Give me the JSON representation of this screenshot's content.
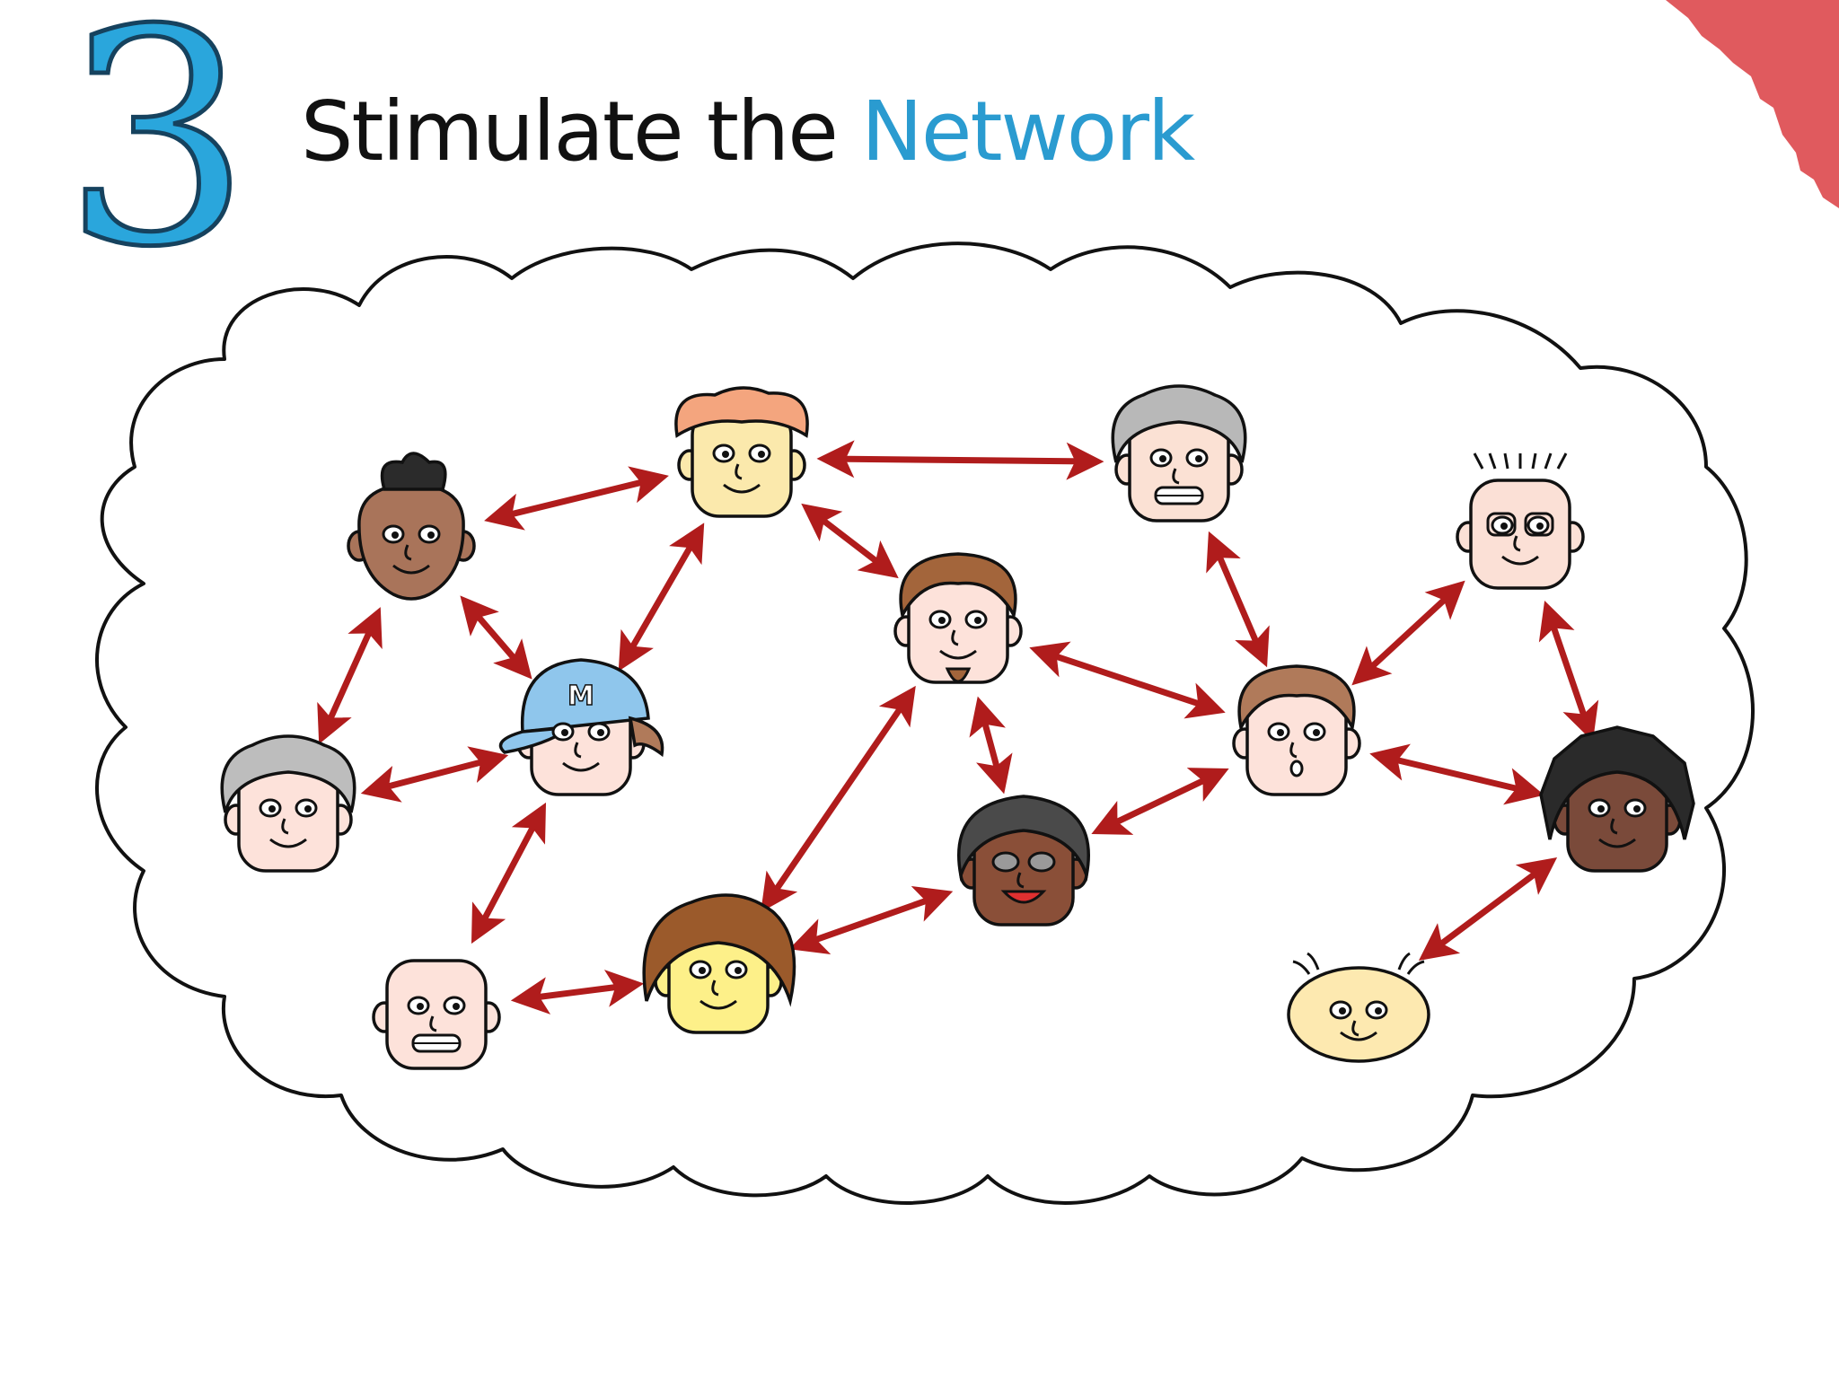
{
  "slide": {
    "number": "3",
    "title_lead": "Stimulate the",
    "title_accent": "Network",
    "accent_color": "#2a9bd0",
    "number_color": "#2aa6dc",
    "arrow_color": "#b01c1c",
    "corner_color": "#e05a5e"
  },
  "network": {
    "people": [
      {
        "id": "afro-man",
        "hair": "afro",
        "skin": "#a9745a",
        "hair_color": "#2b2b2b"
      },
      {
        "id": "ginger-teen",
        "hair": "ginger",
        "skin": "#fbe9ac",
        "hair_color": "#f4a57e"
      },
      {
        "id": "gray-curly-man",
        "hair": "curly",
        "skin": "#fbe1d4",
        "hair_color": "#b8b8b8"
      },
      {
        "id": "glasses-bald-man",
        "hair": "bald",
        "skin": "#fbe0d6",
        "hair_color": "#555555"
      },
      {
        "id": "cap-boy",
        "hair": "cap",
        "skin": "#fde2da",
        "hair_color": "#b07a5a",
        "cap_color": "#8fc6ec",
        "cap_letter": "M"
      },
      {
        "id": "goatee-man",
        "hair": "brown",
        "skin": "#fde2da",
        "hair_color": "#a3653b"
      },
      {
        "id": "gray-hair-woman",
        "hair": "gray",
        "skin": "#fde2da",
        "hair_color": "#bdbdbd"
      },
      {
        "id": "angry-man",
        "hair": "spiky",
        "skin": "#fde2da",
        "hair_color": "#b07a5a"
      },
      {
        "id": "dreadlock-man",
        "hair": "dreads",
        "skin": "#7a4a3a",
        "hair_color": "#2a2a2a"
      },
      {
        "id": "bald-grin-man",
        "hair": "bald",
        "skin": "#fde2da",
        "hair_color": "#555555"
      },
      {
        "id": "curly-kid",
        "hair": "messy",
        "skin": "#fdf089",
        "hair_color": "#9b5a2b"
      },
      {
        "id": "sunglasses-woman",
        "hair": "dark",
        "skin": "#8a4f38",
        "hair_color": "#4a4a4a"
      },
      {
        "id": "baby",
        "hair": "baby",
        "skin": "#fde9b0",
        "hair_color": "#555555"
      }
    ],
    "links": [
      [
        "afro-man",
        "ginger-teen"
      ],
      [
        "ginger-teen",
        "gray-curly-man"
      ],
      [
        "ginger-teen",
        "goatee-man"
      ],
      [
        "ginger-teen",
        "cap-boy"
      ],
      [
        "afro-man",
        "cap-boy"
      ],
      [
        "afro-man",
        "gray-hair-woman"
      ],
      [
        "gray-hair-woman",
        "cap-boy"
      ],
      [
        "cap-boy",
        "bald-grin-man"
      ],
      [
        "bald-grin-man",
        "curly-kid"
      ],
      [
        "curly-kid",
        "sunglasses-woman"
      ],
      [
        "goatee-man",
        "curly-kid"
      ],
      [
        "goatee-man",
        "sunglasses-woman"
      ],
      [
        "goatee-man",
        "angry-man"
      ],
      [
        "gray-curly-man",
        "angry-man"
      ],
      [
        "angry-man",
        "glasses-bald-man"
      ],
      [
        "glasses-bald-man",
        "dreadlock-man"
      ],
      [
        "angry-man",
        "dreadlock-man"
      ],
      [
        "angry-man",
        "sunglasses-woman"
      ],
      [
        "dreadlock-man",
        "baby"
      ]
    ]
  }
}
